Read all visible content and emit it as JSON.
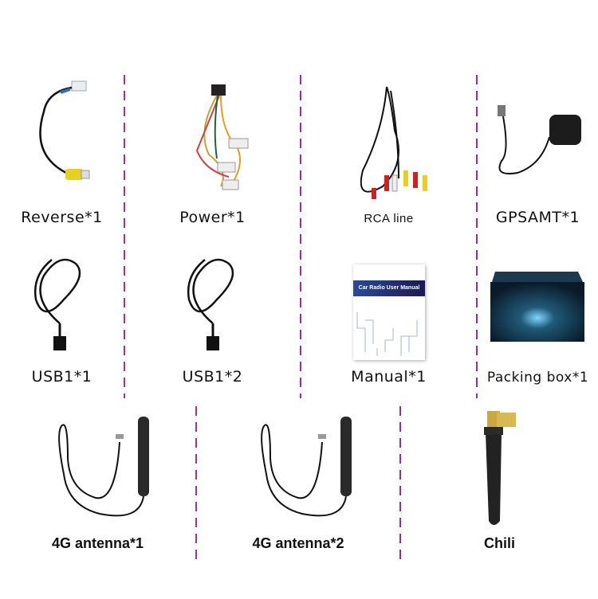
{
  "items": [
    {
      "label": "Reverse*1",
      "icon": "reverse-camera-cable-icon"
    },
    {
      "label": "Power*1",
      "icon": "power-harness-icon"
    },
    {
      "label": "RCA line",
      "icon": "rca-cable-icon"
    },
    {
      "label": "GPSAMT*1",
      "icon": "gps-antenna-icon"
    },
    {
      "label": "USB1*1",
      "icon": "usb-cable-icon"
    },
    {
      "label": "USB1*2",
      "icon": "usb-cable-icon"
    },
    {
      "label": "Manual*1",
      "icon": "manual-icon",
      "cover_title": "Car Radio User Manual"
    },
    {
      "label": "Packing box*1",
      "icon": "packing-box-icon"
    },
    {
      "label": "4G antenna*1",
      "icon": "4g-antenna-icon"
    },
    {
      "label": "4G antenna*2",
      "icon": "4g-antenna-icon"
    },
    {
      "label": "Chili",
      "icon": "stub-antenna-icon"
    }
  ],
  "colors": {
    "divider_left": "#c0336d",
    "divider_right": "#6a2ae0"
  }
}
